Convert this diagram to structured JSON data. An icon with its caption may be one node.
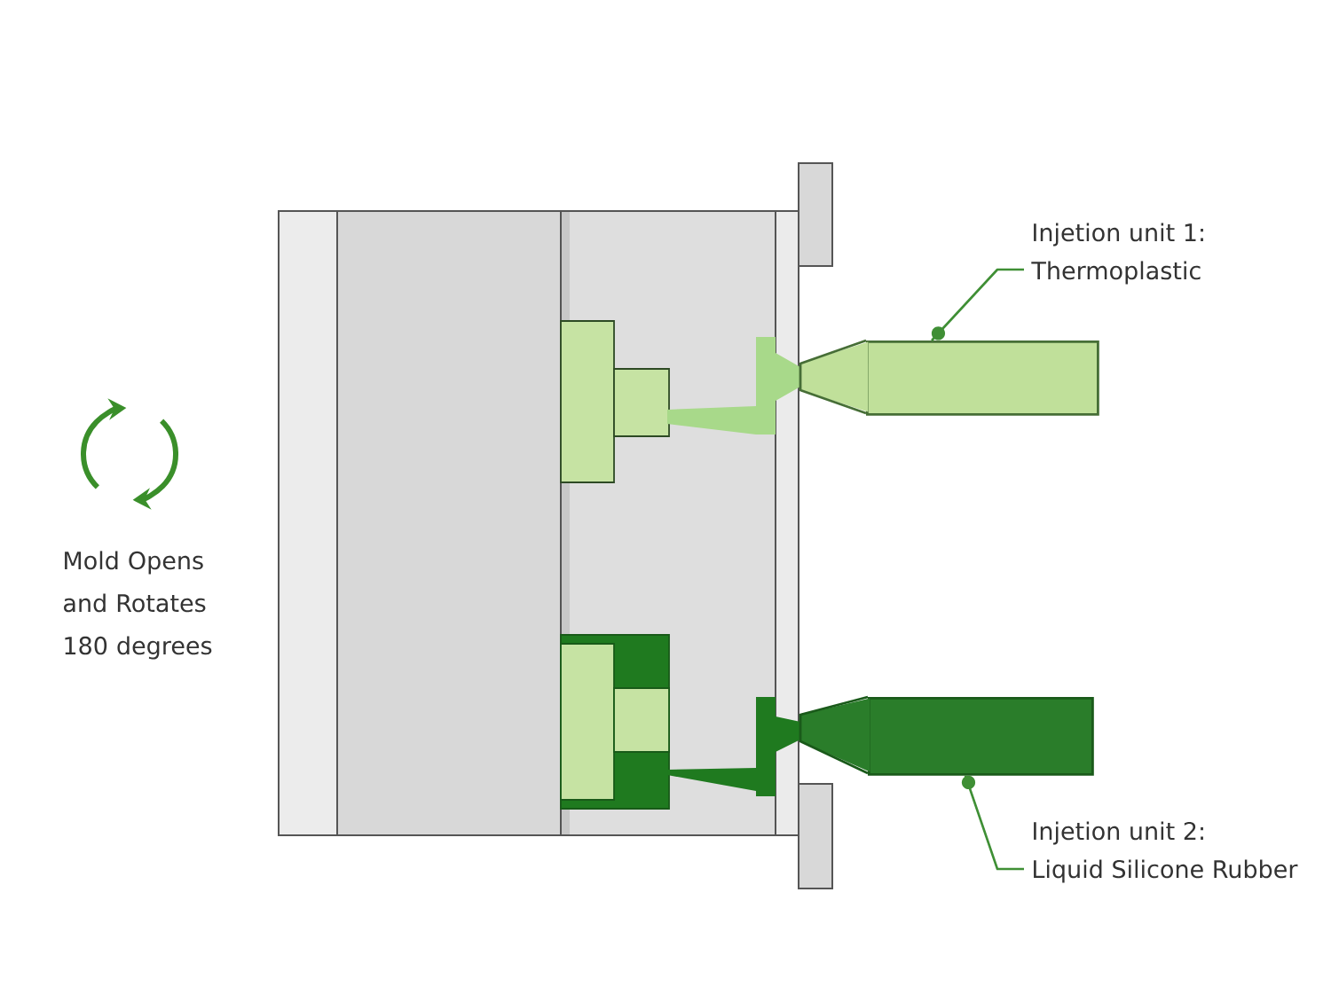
{
  "diagram": {
    "nodes": [
      {
        "text": [
          "Injetion unit 1:",
          "Thermoplastic"
        ]
      },
      {
        "text": [],
        "shape": "box"
      },
      {
        "text": [],
        "shape": "box"
      },
      {
        "text": [
          "Injetion unit 2:",
          "Liquid Silicone Rubber"
        ]
      }
    ],
    "edges": [
      {
        "from": 0,
        "to": 1,
        "arrow": "other"
      },
      {
        "from": 3,
        "to": 2,
        "arrow": "other"
      }
    ],
    "labels": [
      "Mold Opens and Rotates 180 degrees"
    ]
  }
}
